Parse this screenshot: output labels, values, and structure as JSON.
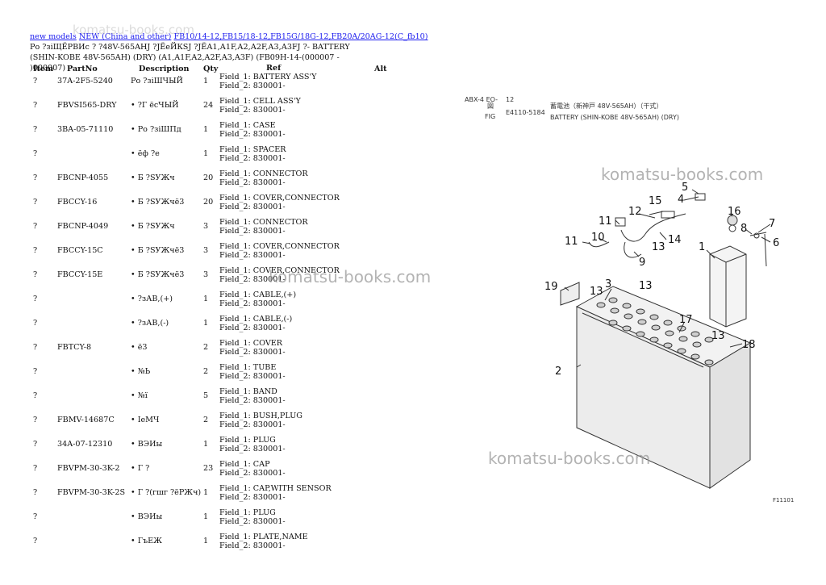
{
  "breadcrumb": {
    "link1": "new models",
    "link2": "NEW (China and other)",
    "link3": "FB10/14-12,FB15/18-12,FB15G/18G-12,FB20A/20AG-12(C_fb10)"
  },
  "subtitle": "Ро ?зiЩЁРВИс ? ?48V-565AHJ ?JЁеЙКSJ ?JЁА1,А1F,А2,А2F,А3,А3FJ ?- BATTERY (SHIN-KOBE 48V-565AH) (DRY) (A1,A1F,A2,A2F,A3,A3F) (FB09H-14-(000007 - )000007)",
  "table": {
    "headers": [
      "Item",
      "PartNo",
      "Description",
      "Qty",
      "Ref",
      "Alt"
    ],
    "rows": [
      {
        "item": "?",
        "part": "37A-2F5-5240",
        "desc": "Ро ?зiШЧЫЙ",
        "qty": "1",
        "ref1": "Field_1: BATTERY ASS'Y",
        "ref2": "Field_2: 830001-"
      },
      {
        "item": "?",
        "part": "FBVSI565-DRY",
        "desc": "• ?Г ёсЧЫЙ",
        "qty": "24",
        "ref1": "Field_1: CELL ASS'Y",
        "ref2": "Field_2: 830001-"
      },
      {
        "item": "?",
        "part": "3BA-05-71110",
        "desc": "• Ро ?зiШПд",
        "qty": "1",
        "ref1": "Field_1: CASE",
        "ref2": "Field_2: 830001-"
      },
      {
        "item": "?",
        "part": "",
        "desc": "• ёф ?е",
        "qty": "1",
        "ref1": "Field_1: SPACER",
        "ref2": "Field_2: 830001-"
      },
      {
        "item": "?",
        "part": "FBCNP-4055",
        "desc": "• Б ?SУЖч",
        "qty": "20",
        "ref1": "Field_1: CONNECTOR",
        "ref2": "Field_2: 830001-"
      },
      {
        "item": "?",
        "part": "FBCCY-16",
        "desc": "• Б ?SУЖчё3",
        "qty": "20",
        "ref1": "Field_1: COVER,CONNECTOR",
        "ref2": "Field_2: 830001-"
      },
      {
        "item": "?",
        "part": "FBCNP-4049",
        "desc": "• Б ?SУЖч",
        "qty": "3",
        "ref1": "Field_1: CONNECTOR",
        "ref2": "Field_2: 830001-"
      },
      {
        "item": "?",
        "part": "FBCCY-15C",
        "desc": "• Б ?SУЖчё3",
        "qty": "3",
        "ref1": "Field_1: COVER,CONNECTOR",
        "ref2": "Field_2: 830001-"
      },
      {
        "item": "?",
        "part": "FBCCY-15E",
        "desc": "• Б ?SУЖчё3",
        "qty": "3",
        "ref1": "Field_1: COVER,CONNECTOR",
        "ref2": "Field_2: 830001-"
      },
      {
        "item": "?",
        "part": "",
        "desc": "• ?зАВ,(+)",
        "qty": "1",
        "ref1": "Field_1: CABLE,(+)",
        "ref2": "Field_2: 830001-"
      },
      {
        "item": "?",
        "part": "",
        "desc": "• ?зАВ,(-)",
        "qty": "1",
        "ref1": "Field_1: CABLE,(-)",
        "ref2": "Field_2: 830001-"
      },
      {
        "item": "?",
        "part": "FBTCY-8",
        "desc": "• ё3",
        "qty": "2",
        "ref1": "Field_1: COVER",
        "ref2": "Field_2: 830001-"
      },
      {
        "item": "?",
        "part": "",
        "desc": "• №Ь",
        "qty": "2",
        "ref1": "Field_1: TUBE",
        "ref2": "Field_2: 830001-"
      },
      {
        "item": "?",
        "part": "",
        "desc": "• №ї",
        "qty": "5",
        "ref1": "Field_1: BAND",
        "ref2": "Field_2: 830001-"
      },
      {
        "item": "?",
        "part": "FBMV-14687C",
        "desc": "• IеМЧ",
        "qty": "2",
        "ref1": "Field_1: BUSH,PLUG",
        "ref2": "Field_2: 830001-"
      },
      {
        "item": "?",
        "part": "34A-07-12310",
        "desc": "• ВЭИы",
        "qty": "1",
        "ref1": "Field_1: PLUG",
        "ref2": "Field_2: 830001-"
      },
      {
        "item": "?",
        "part": "FBVPM-30-3K-2",
        "desc": "• Г ?",
        "qty": "23",
        "ref1": "Field_1: CAP",
        "ref2": "Field_2: 830001-"
      },
      {
        "item": "?",
        "part": "FBVPM-30-3K-2S",
        "desc": "• Г ?(гшг ?ёРЖч)",
        "qty": "1",
        "ref1": "Field_1: CAP,WITH SENSOR",
        "ref2": "Field_2: 830001-"
      },
      {
        "item": "?",
        "part": "",
        "desc": "• ВЭИы",
        "qty": "1",
        "ref1": "Field_1: PLUG",
        "ref2": "Field_2: 830001-"
      },
      {
        "item": "?",
        "part": "",
        "desc": "• ГъЕЖ",
        "qty": "1",
        "ref1": "Field_1: PLATE,NAME",
        "ref2": "Field_2: 830001-"
      }
    ]
  },
  "diagram": {
    "hdr_left1": "ABX-4 EO-",
    "hdr_left1b": "図",
    "hdr_left2": "FIG",
    "hdr_num1": "12",
    "hdr_num2": "E4110-5184",
    "hdr_jp": "蓄電池（新神戸 48V-565AH）（干式）",
    "hdr_en": "BATTERY (SHIN-KOBE 48V-565AH) (DRY)",
    "callouts": [
      "1",
      "2",
      "3",
      "4",
      "5",
      "6",
      "7",
      "8",
      "9",
      "10",
      "11",
      "11",
      "12",
      "13",
      "13",
      "13",
      "13",
      "14",
      "15",
      "16",
      "17",
      "18",
      "19"
    ],
    "footer_mark": "■",
    "footer_code": "F11101"
  },
  "watermark": "komatsu-books.com"
}
